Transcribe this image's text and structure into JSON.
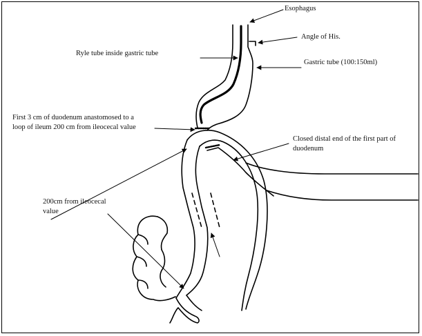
{
  "labels": {
    "esophagus": "Esophagus",
    "angle_of_his": "Angle of His.",
    "ryle_tube": "Ryle tube inside gastric tube",
    "gastric_tube": "Gastric tube (100:150ml)",
    "duodenum_anastomosis_line1": "First 3 cm of duodenum anastomosed to a",
    "duodenum_anastomosis_line2": "loop of ileum 200 cm from ileocecal value",
    "closed_distal_end_line1": "Closed distal end of the first part of",
    "closed_distal_end_line2": "duodenum",
    "ileocecal_line1": "200cm from ileocecal",
    "ileocecal_line2": "value"
  }
}
